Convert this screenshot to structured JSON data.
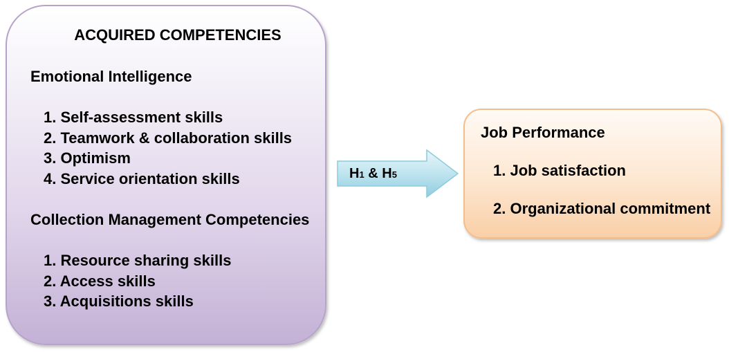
{
  "left_box": {
    "title": "ACQUIRED COMPETENCIES",
    "section1": {
      "heading": "Emotional Intelligence",
      "items": [
        "1. Self-assessment skills",
        "2. Teamwork & collaboration skills",
        "3. Optimism",
        "4. Service orientation skills"
      ]
    },
    "section2": {
      "heading": "Collection Management Competencies",
      "items": [
        "1. Resource sharing skills",
        "2. Access skills",
        "3. Acquisitions skills"
      ]
    }
  },
  "arrow": {
    "label_h": "H",
    "label_sub1": "1",
    "label_mid": " & H",
    "label_sub2": "5"
  },
  "right_box": {
    "heading": "Job Performance",
    "items": [
      "1. Job satisfaction",
      "2. Organizational commitment"
    ]
  },
  "colors": {
    "left_fill": "#c4b1d6",
    "right_fill": "#f9cfa7",
    "arrow_fill": "#bfe4ef"
  }
}
